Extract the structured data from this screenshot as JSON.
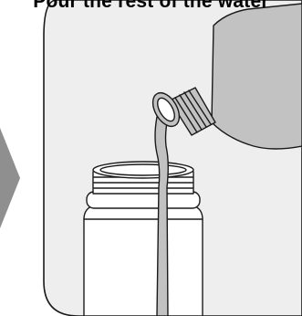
{
  "caption": "Pour the rest of the water",
  "colors": {
    "outline": "#1a1a1a",
    "panel_bg": "#eeeeee",
    "liquid_fill": "#c2c2c2",
    "arrow_fill": "#8f8f8f",
    "background": "#ffffff"
  },
  "scene": {
    "step_arrow": "chevron-right-arrow",
    "source_bottle": "bottle-pouring",
    "target_bottle": "open-bottle-receiving",
    "stream": "liquid-stream"
  }
}
